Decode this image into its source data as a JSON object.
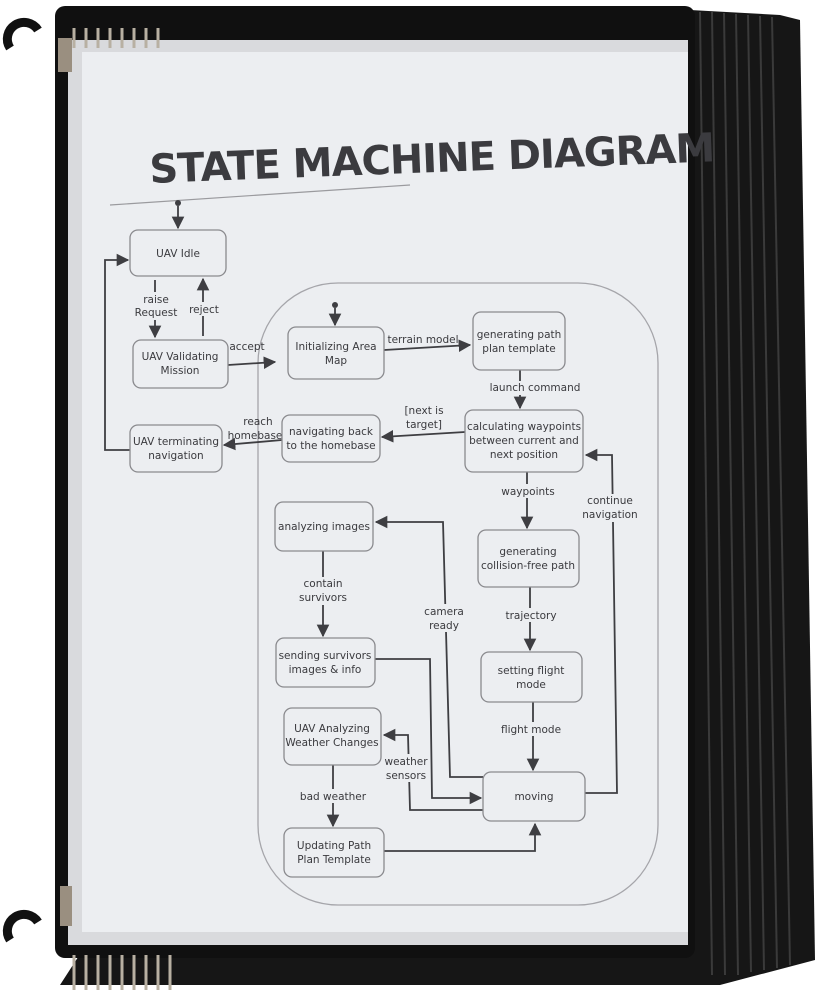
{
  "title": "STATE MACHINE DIAGRAM",
  "states": {
    "idle": [
      "UAV Idle"
    ],
    "validating": [
      "UAV Validating",
      "Mission"
    ],
    "terminating": [
      "UAV terminating",
      "navigation"
    ],
    "init_map": [
      "Initializing Area",
      "Map"
    ],
    "gen_path": [
      "generating path",
      "plan template"
    ],
    "nav_back": [
      "navigating back",
      "to the homebase"
    ],
    "calc_wp": [
      "calculating waypoints",
      "between current and",
      "next position"
    ],
    "analyzing": [
      "analyzing images"
    ],
    "collision": [
      "generating",
      "collision-free path"
    ],
    "sending": [
      "sending survivors",
      "images & info"
    ],
    "flight_mode": [
      "setting flight",
      "mode"
    ],
    "weather": [
      "UAV Analyzing",
      "Weather Changes"
    ],
    "moving": [
      "moving"
    ],
    "updating": [
      "Updating Path",
      "Plan Template"
    ]
  },
  "transitions": {
    "raise_request": [
      "raise",
      "Request"
    ],
    "reject": [
      "reject"
    ],
    "accept": [
      "accept"
    ],
    "terrain_model": [
      "terrain model"
    ],
    "launch_command": [
      "launch command"
    ],
    "next_is_target": [
      "[next is",
      "target]"
    ],
    "reach_homebase": [
      "reach",
      "homebase"
    ],
    "waypoints": [
      "waypoints"
    ],
    "continue_navigation": [
      "continue",
      "navigation"
    ],
    "contain_survivors": [
      "contain",
      "survivors"
    ],
    "camera_ready": [
      "camera",
      "ready"
    ],
    "trajectory": [
      "trajectory"
    ],
    "flight_mode": [
      "flight mode"
    ],
    "weather_sensors": [
      "weather",
      "sensors"
    ],
    "bad_weather": [
      "bad weather"
    ]
  },
  "colors": {
    "paper": "#eceef1",
    "frame": "#1a1a1a",
    "ink": "#3a3a3e"
  }
}
